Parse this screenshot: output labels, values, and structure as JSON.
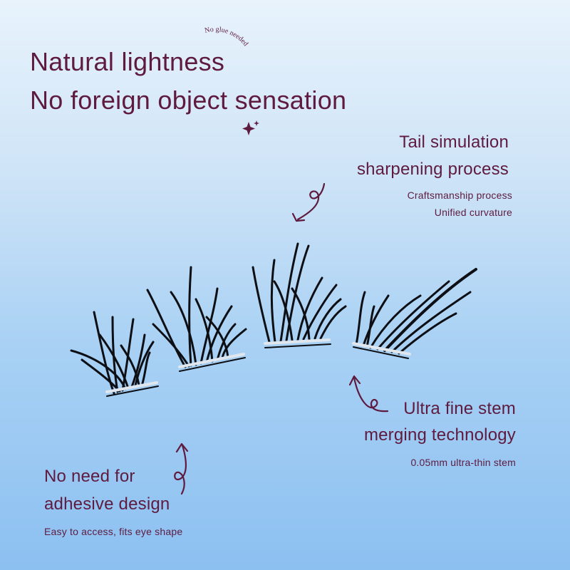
{
  "headline": {
    "line1": "Natural lightness",
    "line2": "No foreign object sensation",
    "badge": "No glue needed"
  },
  "feature_tail": {
    "title1": "Tail simulation",
    "title2": "sharpening process",
    "sub1": "Craftsmanship process",
    "sub2": "Unified curvature"
  },
  "feature_stem": {
    "title1": "Ultra fine stem",
    "title2": "merging technology",
    "sub1": "0.05mm ultra-thin stem"
  },
  "feature_adhesive": {
    "title1": "No need for",
    "title2": "adhesive design",
    "sub1": "Easy to access, fits eye shape"
  },
  "colors": {
    "text": "#5e1b3f",
    "lash": "#0d0f14",
    "band": "#dfe6ee"
  },
  "icons": {
    "arrows": "curly-arrow-icon",
    "sparkle": "sparkle-icon"
  }
}
